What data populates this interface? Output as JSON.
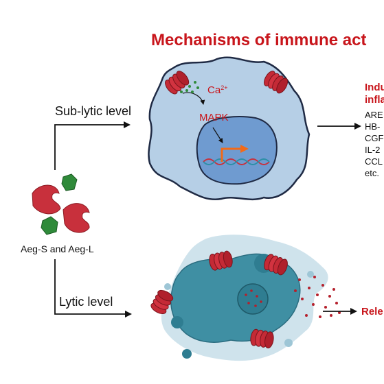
{
  "title": "Mechanisms of immune act",
  "agents_label": "Aeg-S and Aeg-L",
  "sublytic": {
    "label": "Sub-lytic level",
    "calcium": "Ca",
    "calcium_superscript": "2+",
    "mapk": "MAPK",
    "outcome_line1": "Indu",
    "outcome_line2": "infla",
    "mediators": [
      "ARE",
      "HB-",
      "CGF",
      "IL-2",
      "CCL",
      "etc."
    ]
  },
  "lytic": {
    "label": "Lytic level",
    "outcome": "Rele"
  },
  "colors": {
    "accent_red": "#c8151b",
    "cell_fill": "#b6cfe6",
    "nucleus_fill": "#6f9bd0",
    "lysed_cell": "#3f8fa3",
    "toxin_red": "#cf3040",
    "toxin_green": "#2f8a3a"
  },
  "icons": [
    "toxin-monomer-icon",
    "pore-icon",
    "dna-helix-icon",
    "transcription-arrow-icon",
    "ion-particles-icon"
  ]
}
